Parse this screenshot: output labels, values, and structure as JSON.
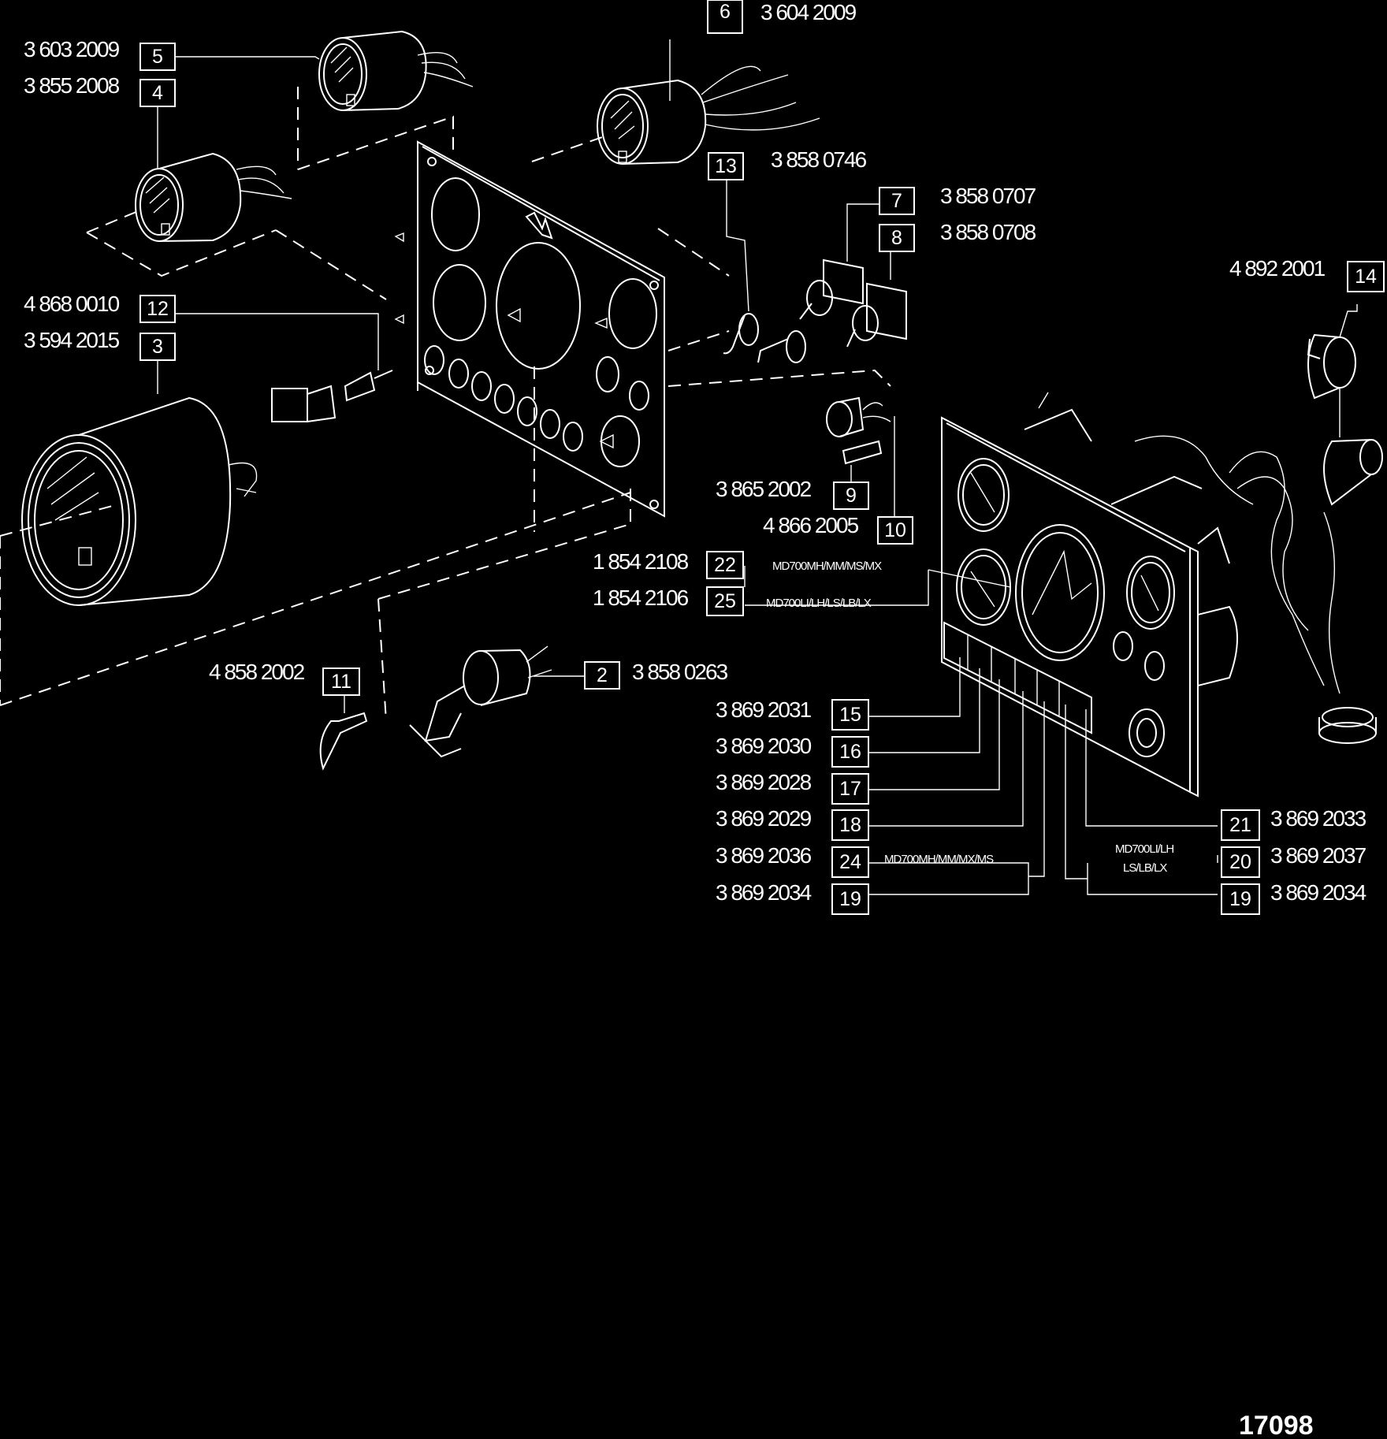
{
  "figure_number": "17098",
  "colors": {
    "background": "#000000",
    "line": "#ffffff"
  },
  "callouts": [
    {
      "ref": "5",
      "part_number": "3 603 2009"
    },
    {
      "ref": "4",
      "part_number": "3 855 2008"
    },
    {
      "ref": "6",
      "part_number": "3 604 2009"
    },
    {
      "ref": "13",
      "part_number": "3 858 0746"
    },
    {
      "ref": "7",
      "part_number": "3 858 0707"
    },
    {
      "ref": "8",
      "part_number": "3 858 0708"
    },
    {
      "ref": "14",
      "part_number": "4 892 2001"
    },
    {
      "ref": "12",
      "part_number": "4 868 0010"
    },
    {
      "ref": "3",
      "part_number": "3 594 2015"
    },
    {
      "ref": "9",
      "part_number": "3 865 2002"
    },
    {
      "ref": "10",
      "part_number": "4 866 2005"
    },
    {
      "ref": "22",
      "part_number": "1 854 2108",
      "variant": "MD700MH/MM/MS/MX"
    },
    {
      "ref": "25",
      "part_number": "1 854 2106",
      "variant": "MD700LI/LH/LS/LB/LX"
    },
    {
      "ref": "11",
      "part_number": "4 858 2002"
    },
    {
      "ref": "2",
      "part_number": "3 858 0263"
    },
    {
      "ref": "15",
      "part_number": "3 869 2031"
    },
    {
      "ref": "16",
      "part_number": "3 869 2030"
    },
    {
      "ref": "17",
      "part_number": "3 869 2028"
    },
    {
      "ref": "18",
      "part_number": "3 869 2029"
    },
    {
      "ref": "24",
      "part_number": "3 869 2036",
      "variant": "MD700MH/MM/MX/MS"
    },
    {
      "ref": "19",
      "part_number": "3 869 2034"
    },
    {
      "ref": "21",
      "part_number": "3 869 2033"
    },
    {
      "ref": "20",
      "part_number": "3 869 2037",
      "variant_lines": [
        "MD700LI/LH",
        "LS/LB/LX"
      ]
    },
    {
      "ref": "19",
      "part_number": "3 869 2034"
    }
  ]
}
